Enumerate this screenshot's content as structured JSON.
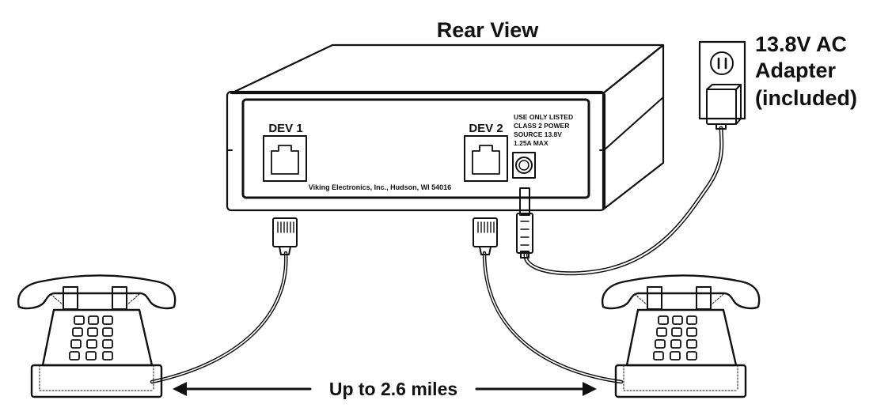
{
  "title": "Rear View",
  "adapter": {
    "lines": [
      "13.8V AC",
      "Adapter",
      "(included)"
    ]
  },
  "device": {
    "port1_label": "DEV 1",
    "port2_label": "DEV 2",
    "power_notice_lines": [
      "USE ONLY LISTED",
      "CLASS 2 POWER",
      "SOURCE 13.8V",
      "1.25A MAX"
    ],
    "manufacturer": "Viking Electronics, Inc., Hudson, WI 54016"
  },
  "distance_label": "Up to 2.6 miles",
  "colors": {
    "line": "#111111",
    "jack_fill": "#a9a9a9",
    "plug_fill": "#f2f2f2",
    "background": "#ffffff"
  }
}
